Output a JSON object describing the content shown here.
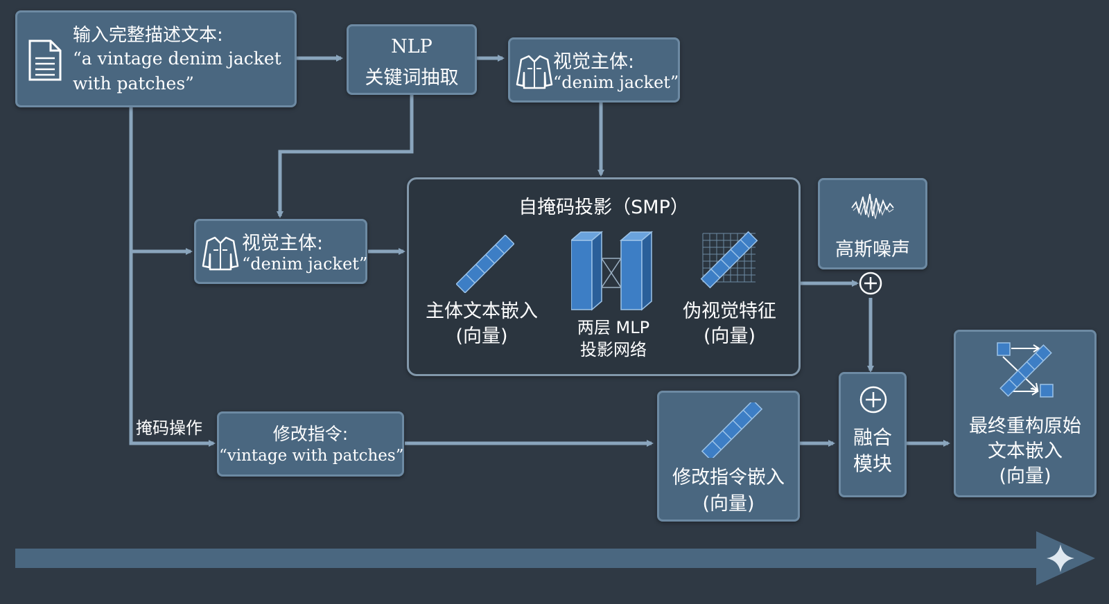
{
  "input_box": {
    "title": "输入完整描述文本:",
    "line1": "“a vintage denim jacket",
    "line2": "with patches”"
  },
  "nlp_box": {
    "line1": "NLP",
    "line2": "关键词抽取"
  },
  "subject_top": {
    "title": "视觉主体:",
    "value": "“denim jacket”"
  },
  "subject_mid": {
    "title": "视觉主体:",
    "value": "“denim jacket”"
  },
  "smp": {
    "title": "自掩码投影（SMP）",
    "embed_label1": "主体文本嵌入",
    "embed_label2": "(向量)",
    "mlp_label1": "两层 MLP",
    "mlp_label2": "投影网络",
    "pseudo_label1": "伪视觉特征",
    "pseudo_label2": "(向量)"
  },
  "noise": {
    "label": "高斯噪声"
  },
  "mask_op": "掩码操作",
  "modify_box": {
    "title": "修改指令:",
    "value": "“vintage with patches”"
  },
  "modify_embed": {
    "line1": "修改指令嵌入",
    "line2": "(向量)"
  },
  "fusion": {
    "line1": "融合",
    "line2": "模块"
  },
  "output": {
    "line1": "最终重构原始",
    "line2": "文本嵌入",
    "line3": "(向量)"
  },
  "colors": {
    "background": "#2f3944",
    "box_fill": "#4a6780",
    "box_border": "#6d8aa3",
    "arrow": "#8aa5bd",
    "vector_blue": "#3d7ec5"
  },
  "icons": [
    "document-icon",
    "jacket-icon",
    "noise-waveform-icon",
    "plus-icon",
    "sparkle-icon"
  ]
}
